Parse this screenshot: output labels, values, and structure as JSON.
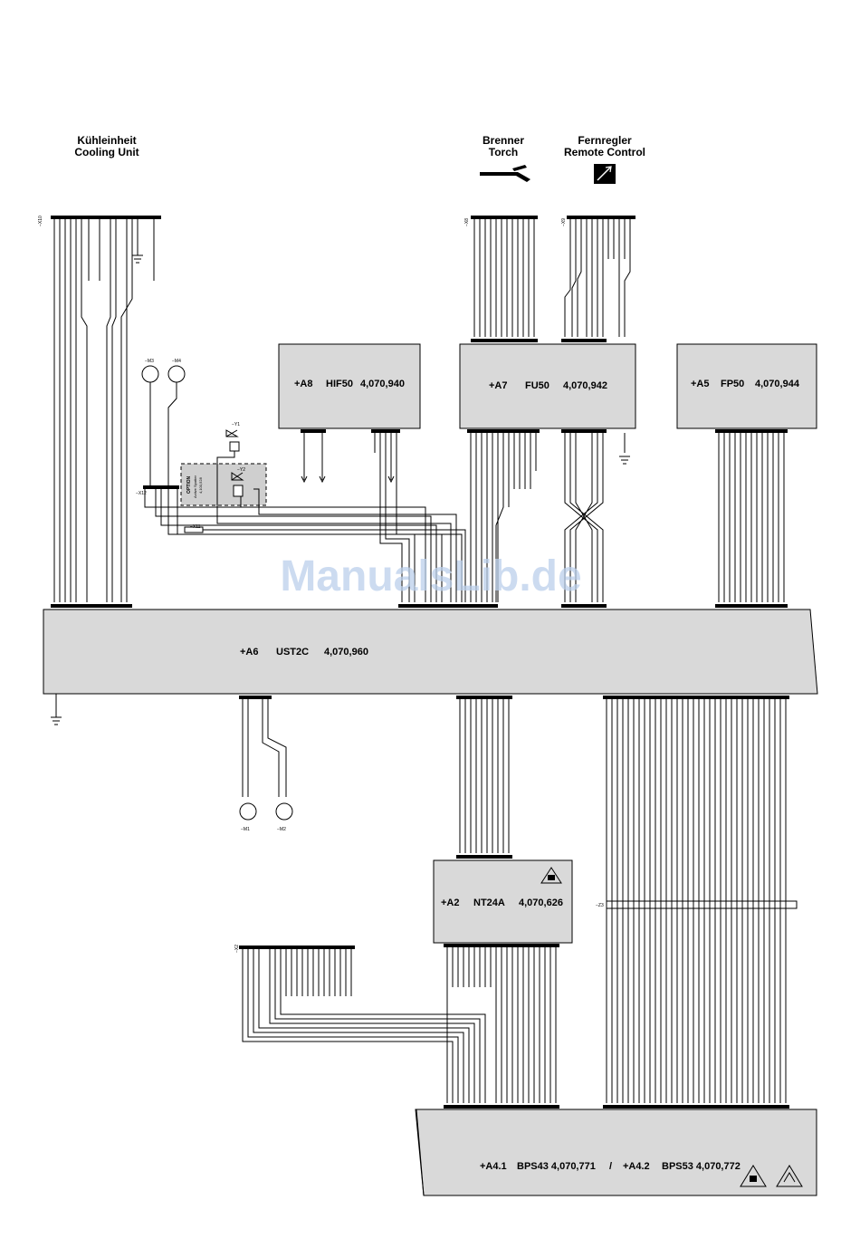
{
  "headers": {
    "cooling_de": "Kühleinheit",
    "cooling_en": "Cooling Unit",
    "torch_de": "Brenner",
    "torch_en": "Torch",
    "remote_de": "Fernregler",
    "remote_en": "Remote Control"
  },
  "modules": {
    "a8": {
      "tag": "+A8",
      "name": "HIF50",
      "number": "4,070,940"
    },
    "a7": {
      "tag": "+A7",
      "name": "FU50",
      "number": "4,070,942"
    },
    "a5": {
      "tag": "+A5",
      "name": "FP50",
      "number": "4,070,944"
    },
    "a6": {
      "tag": "+A6",
      "name": "UST2C",
      "number": "4,070,960"
    },
    "a2": {
      "tag": "+A2",
      "name": "NT24A",
      "number": "4,070,626"
    },
    "a4": {
      "tag1": "+A4.1",
      "name1": "BPS43 4,070,771",
      "sep": "/",
      "tag2": "+A4.2",
      "name2": "BPS53 4,070,772"
    }
  },
  "components": {
    "m1": "−M1",
    "m2": "−M2",
    "m3": "−M3",
    "m4": "−M4",
    "y1": "−Y1",
    "y2": "−Y2",
    "x11": "−X11",
    "x12": "−X12",
    "z3": "−Z3",
    "x10": "−X10",
    "x8": "−X8",
    "x9": "−X9",
    "x2": "−X2",
    "option_line1": "OPTION",
    "option_line2": "Active Spatter",
    "option_line3": "4,100,528"
  },
  "watermark": "ManualsLib.de",
  "colors": {
    "box": "#d9d9d9",
    "wire": "#000000",
    "watermark": "#bcd0ec"
  }
}
